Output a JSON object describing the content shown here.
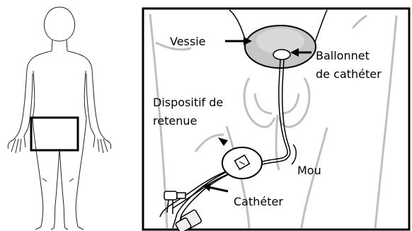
{
  "labels": {
    "bladder": "Vessie",
    "balloon_line1": "Ballonnet",
    "balloon_line2": "de cathéter",
    "device_line1": "Dispositif de",
    "device_line2": "retenue",
    "slack": "Mou",
    "catheter": "Cathéter"
  }
}
